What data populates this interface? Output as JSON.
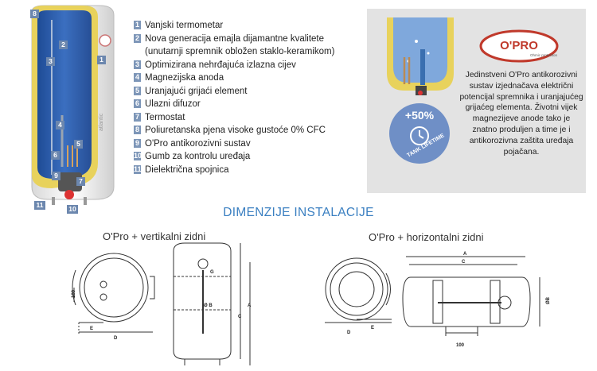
{
  "legend": [
    {
      "num": "1",
      "text": "Vanjski termometar"
    },
    {
      "num": "2",
      "text": "Nova generacija emajla dijamantne kvalitete (unutarnji spremnik obložen staklo-keramikom)"
    },
    {
      "num": "3",
      "text": "Optimizirana nehrđajuća izlazna cijev"
    },
    {
      "num": "4",
      "text": "Magnezijska anoda"
    },
    {
      "num": "5",
      "text": "Uranjajući grijaći element"
    },
    {
      "num": "6",
      "text": "Ulazni difuzor"
    },
    {
      "num": "7",
      "text": "Termostat"
    },
    {
      "num": "8",
      "text": "Poliuretanska pjena visoke gustoće 0% CFC"
    },
    {
      "num": "9",
      "text": "O'Pro antikorozivni sustav"
    },
    {
      "num": "10",
      "text": "Gumb za kontrolu uređaja"
    },
    {
      "num": "11",
      "text": "Dielektrična spojnica"
    }
  ],
  "promo": {
    "logo_text": "O'PRO",
    "logo_sub": "Ohmic protection",
    "badge_percent": "+50%",
    "badge_label": "TANK LIFETIME",
    "description": "Jedinstveni O'Pro antikorozivni sustav izjednačava električni potencijal spremnika i uranjajućeg grijaćeg elementa. Životni vijek magnezijeve anode tako je znatno produljen a time je i antikorozivna zaštita uređaja pojačana."
  },
  "section_title": "DIMENZIJE INSTALACIJE",
  "vertical_title": "O'Pro + vertikalni zidni",
  "horizontal_title": "O'Pro + horizontalni zidni",
  "brand_on_heater": "atlantic",
  "dims": {
    "v_side_100": "100",
    "v_side_e": "E",
    "v_side_d": "D",
    "v_front_g": "G",
    "v_front_b": "Ø B",
    "v_front_c": "C",
    "v_front_a": "A",
    "h_side_d": "D",
    "h_side_e": "E",
    "h_front_a": "A",
    "h_front_c": "C",
    "h_front_b": "ØB",
    "h_front_100": "100"
  },
  "colors": {
    "foam": "#e8d25c",
    "tank": "#2f5fae",
    "accent": "#3a7fc1",
    "panel": "#e3e3e3",
    "badge": "#6f8fc6",
    "logo_red": "#c0392b"
  }
}
